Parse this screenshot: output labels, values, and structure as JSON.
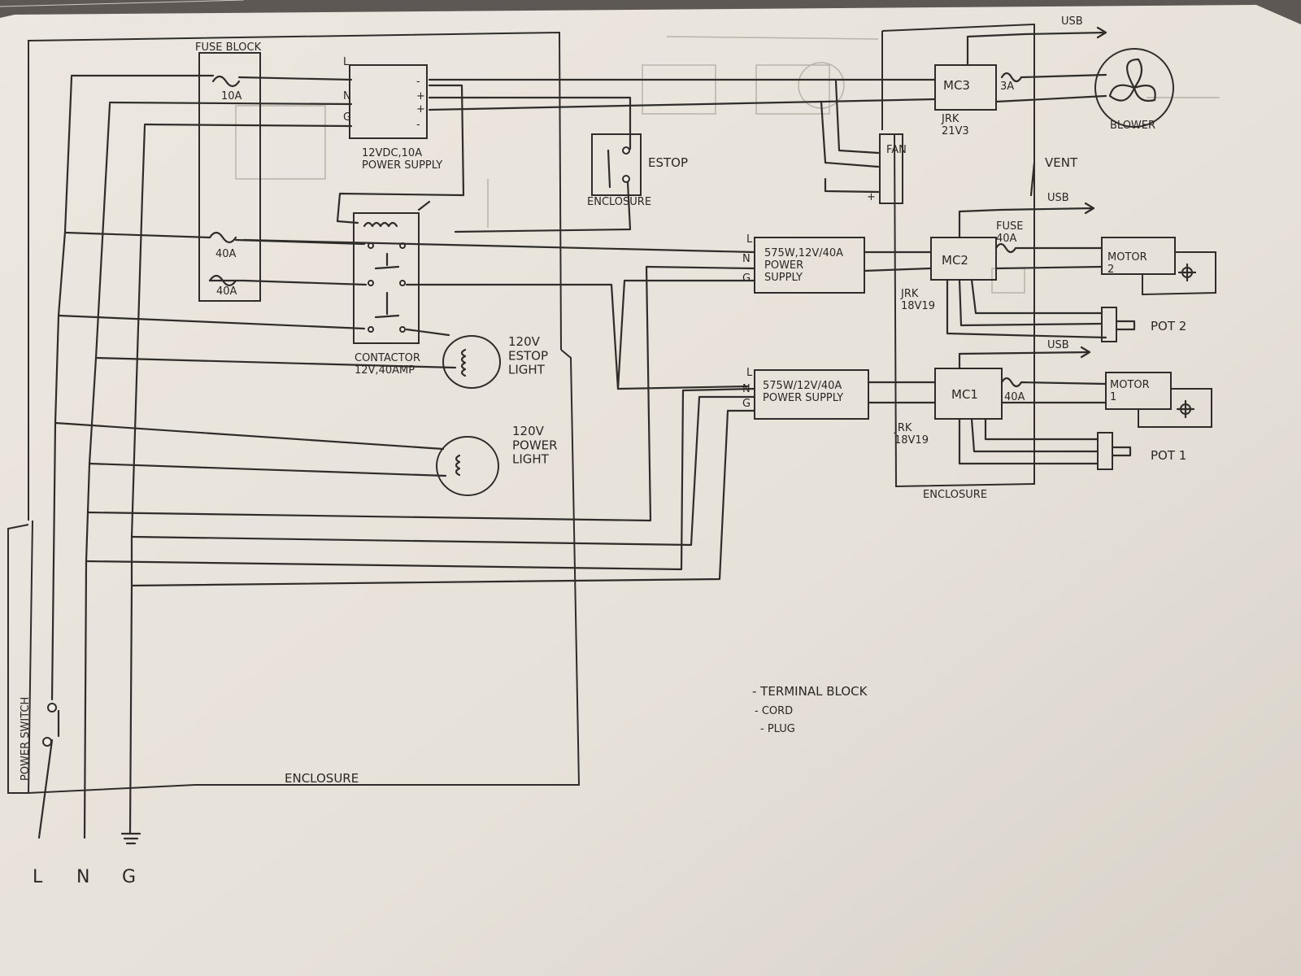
{
  "labels": {
    "fuse_block": "FUSE BLOCK",
    "fuse_10a": "10A",
    "fuse_40a_1": "40A",
    "fuse_40a_2": "40A",
    "ps_small": "12VDC,10A\nPOWER SUPPLY",
    "term_L": "L",
    "term_N": "N",
    "term_G": "G",
    "dc_minus_1": "-",
    "dc_plus_1": "+",
    "dc_plus_2": "+",
    "dc_minus_2": "-",
    "estop": "ESTOP",
    "estop_enc": "ENCLOSURE",
    "contactor": "CONTACTOR\n12V,40AMP",
    "estop_light": "120V\nESTOP\nLIGHT",
    "power_light": "120V\nPOWER\nLIGHT",
    "enclosure_main": "ENCLOSURE",
    "power_switch": "POWER SWITCH",
    "mains_L": "L",
    "mains_N": "N",
    "mains_G": "G",
    "ps2": "575W,12V/40A\nPOWER\nSUPPLY",
    "ps1": "575W/12V/40A\nPOWER SUPPLY",
    "ps2_L": "L",
    "ps2_N": "N",
    "ps2_G": "G",
    "ps1_L": "L",
    "ps1_N": "N",
    "ps1_G": "G",
    "mc3": "MC3",
    "mc3_fuse": "3A",
    "mc3_model": "JRK\n21V3",
    "mc2": "MC2",
    "mc2_fuse": "FUSE\n40A",
    "mc2_model": "JRK\n18V19",
    "mc1": "MC1",
    "mc1_fuse": "40A",
    "mc1_model": "JRK\n18V19",
    "fan": "FAN",
    "fan_minus": "-",
    "fan_plus": "+",
    "vent": "VENT",
    "usb_1": "USB",
    "usb_2": "USB",
    "usb_3": "USB",
    "blower": "BLOWER",
    "motor2": "MOTOR\n2",
    "motor1": "MOTOR\n1",
    "pot2": "POT 2",
    "pot1": "POT 1",
    "enclosure_right": "ENCLOSURE",
    "legend_1": "- TERMINAL BLOCK",
    "legend_2": "- CORD",
    "legend_3": "- PLUG"
  }
}
